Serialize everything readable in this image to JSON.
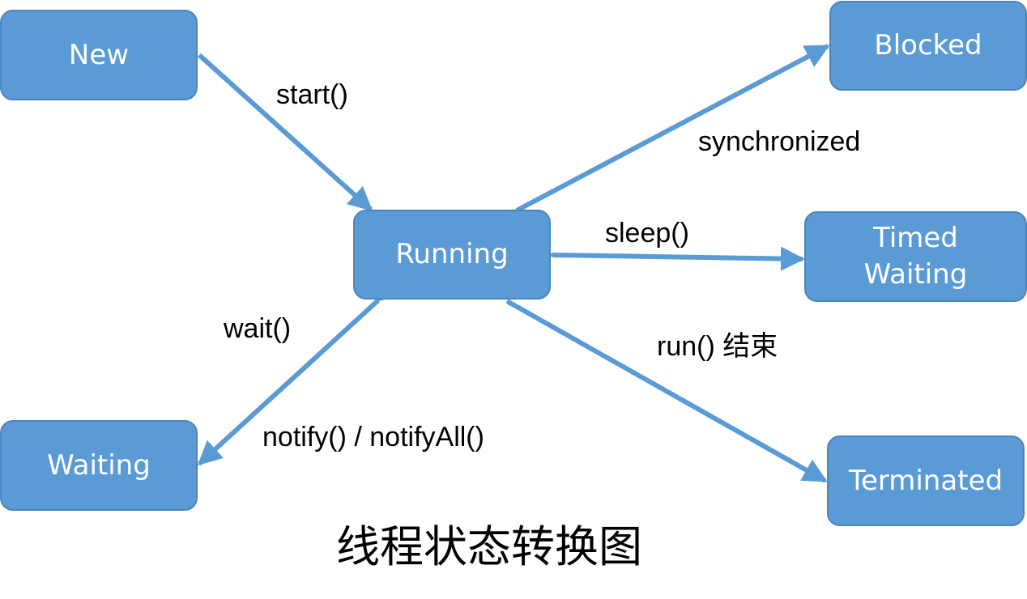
{
  "colors": {
    "box_fill": "#5b9bd5",
    "box_border": "#4a86bd",
    "arrow": "#5b9bd5",
    "label_text": "#000000",
    "box_text": "#ffffff"
  },
  "states": {
    "new": "New",
    "running": "Running",
    "waiting": "Waiting",
    "blocked": "Blocked",
    "timed_waiting": "Timed\nWaiting",
    "terminated": "Terminated"
  },
  "transitions": {
    "start": "start()",
    "synchronized": "synchronized",
    "sleep": "sleep()",
    "wait": "wait()",
    "run_end": "run() 结束",
    "notify": "notify() / notifyAll()"
  },
  "caption": "线程状态转换图"
}
